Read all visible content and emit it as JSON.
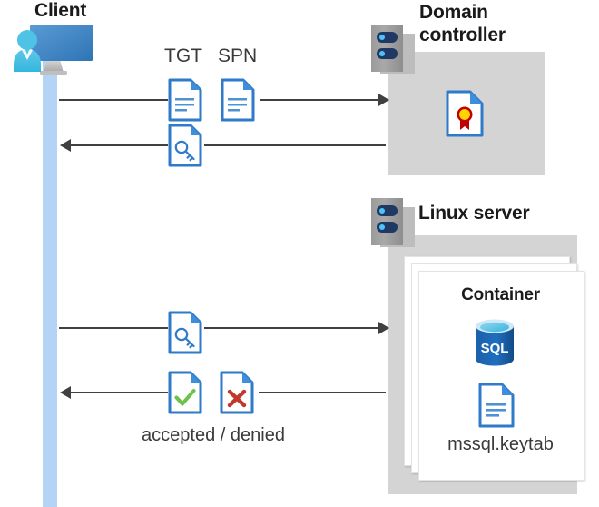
{
  "diagram": {
    "title_client": "Client",
    "title_domain_controller": "Domain\ncontroller",
    "title_domain_controller_line1": "Domain",
    "title_domain_controller_line2": "controller",
    "title_linux_server": "Linux server",
    "title_container": "Container"
  },
  "labels": {
    "tgt": "TGT",
    "spn": "SPN",
    "accepted_denied": "accepted / denied",
    "keytab_file": "mssql.keytab",
    "sql_badge": "SQL"
  },
  "icons": {
    "client": "client-workstation-icon",
    "rack_dc": "server-rack-icon",
    "rack_linux": "server-rack-icon",
    "tgt_doc": "document-icon",
    "spn_doc": "document-icon",
    "ticket_key_1": "key-document-icon",
    "ticket_key_2": "key-document-icon",
    "accepted_doc": "check-document-icon",
    "denied_doc": "x-document-icon",
    "certificate": "certificate-document-icon",
    "sql_database": "sql-database-icon",
    "keytab_doc": "document-icon"
  },
  "flows": [
    {
      "name": "client-to-dc-request",
      "direction": "right"
    },
    {
      "name": "dc-to-client-ticket",
      "direction": "left"
    },
    {
      "name": "client-to-linux-ticket",
      "direction": "right"
    },
    {
      "name": "linux-to-client-result",
      "direction": "left"
    }
  ],
  "colors": {
    "lifeline": "#b3d4f5",
    "panel_gray": "#d4d4d4",
    "accent_blue": "#2f7ac9",
    "doc_fold": "#3e8ede",
    "rack_navy": "#1f3864",
    "led_blue": "#4fc3f7",
    "check_green": "#6cc24a",
    "x_red": "#c0392b",
    "sql_blue": "#1b66b3",
    "cert_gold": "#ffd400",
    "cert_ribbon": "#c00000",
    "line_dark": "#404040",
    "text_dark": "#1a1a1a"
  }
}
